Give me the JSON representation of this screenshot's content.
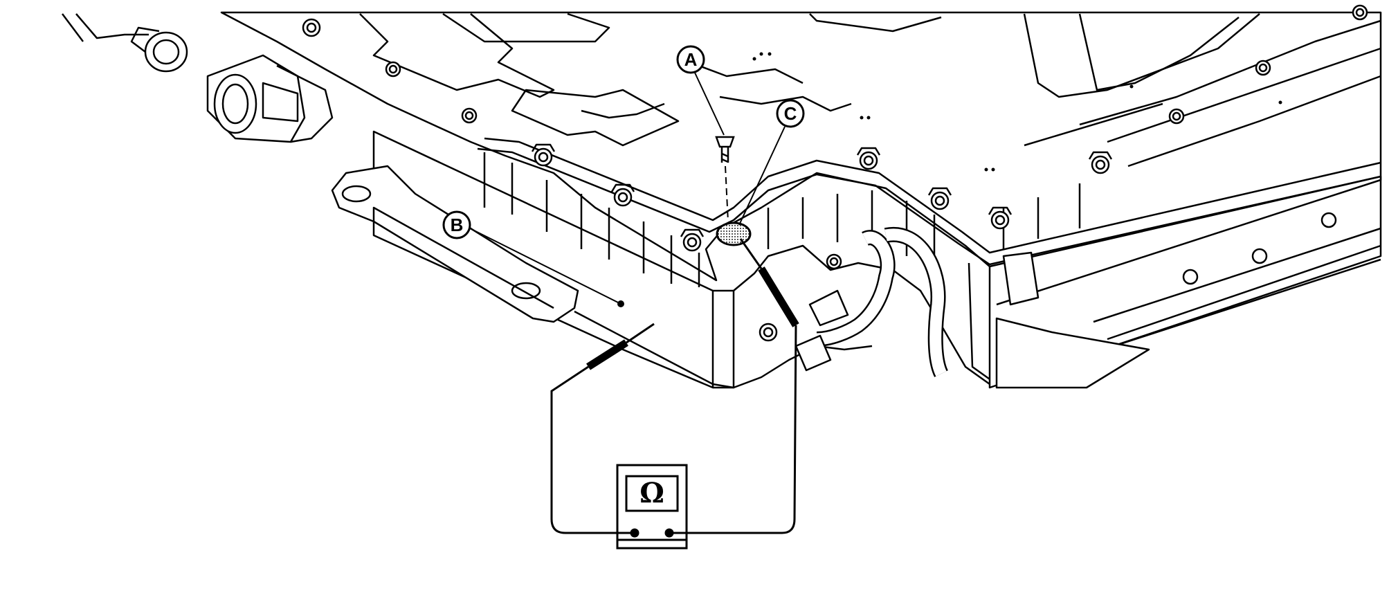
{
  "callouts": {
    "a": "A",
    "b": "B",
    "c": "C"
  },
  "meter": {
    "symbol": "Ω"
  },
  "colors": {
    "line": "#000000",
    "background": "#ffffff",
    "hatch": "#bdbdbd"
  }
}
